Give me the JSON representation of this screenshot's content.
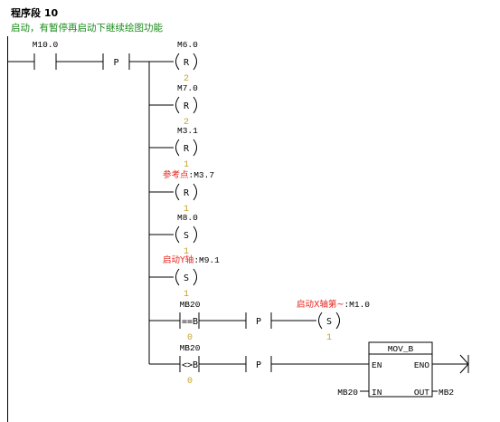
{
  "network": {
    "title": "程序段 10",
    "comment": "启动，有暂停再启动下继续绘图功能"
  },
  "input": {
    "contact_address": "M10.0",
    "edge_symbol": "P"
  },
  "coils": [
    {
      "symbolic": "",
      "address": "M6.0",
      "op": "R",
      "count": "2"
    },
    {
      "symbolic": "",
      "address": "M7.0",
      "op": "R",
      "count": "2"
    },
    {
      "symbolic": "",
      "address": "M3.1",
      "op": "R",
      "count": "1"
    },
    {
      "symbolic": "参考点",
      "address": ":M3.7",
      "op": "R",
      "count": "1"
    },
    {
      "symbolic": "",
      "address": "M8.0",
      "op": "S",
      "count": "1"
    },
    {
      "symbolic": "启动Y轴",
      "address": ":M9.1",
      "op": "S",
      "count": "1"
    }
  ],
  "compare_eq": {
    "address": "MB20",
    "op": "==B",
    "constant": "0",
    "edge_symbol": "P",
    "coil_symbolic": "启动X轴第~",
    "coil_address": ":M1.0",
    "coil_op": "S",
    "coil_count": "1"
  },
  "compare_ne": {
    "address": "MB20",
    "op": "<>B",
    "constant": "0",
    "edge_symbol": "P"
  },
  "mov_block": {
    "name": "MOV_B",
    "en": "EN",
    "eno": "ENO",
    "in_label": "IN",
    "out_label": "OUT",
    "in_operand": "MB20",
    "out_operand": "MB2"
  },
  "colors": {
    "symbolic_label": "#e8201a",
    "comment": "#1a8a1a",
    "count": "#c9a227"
  }
}
